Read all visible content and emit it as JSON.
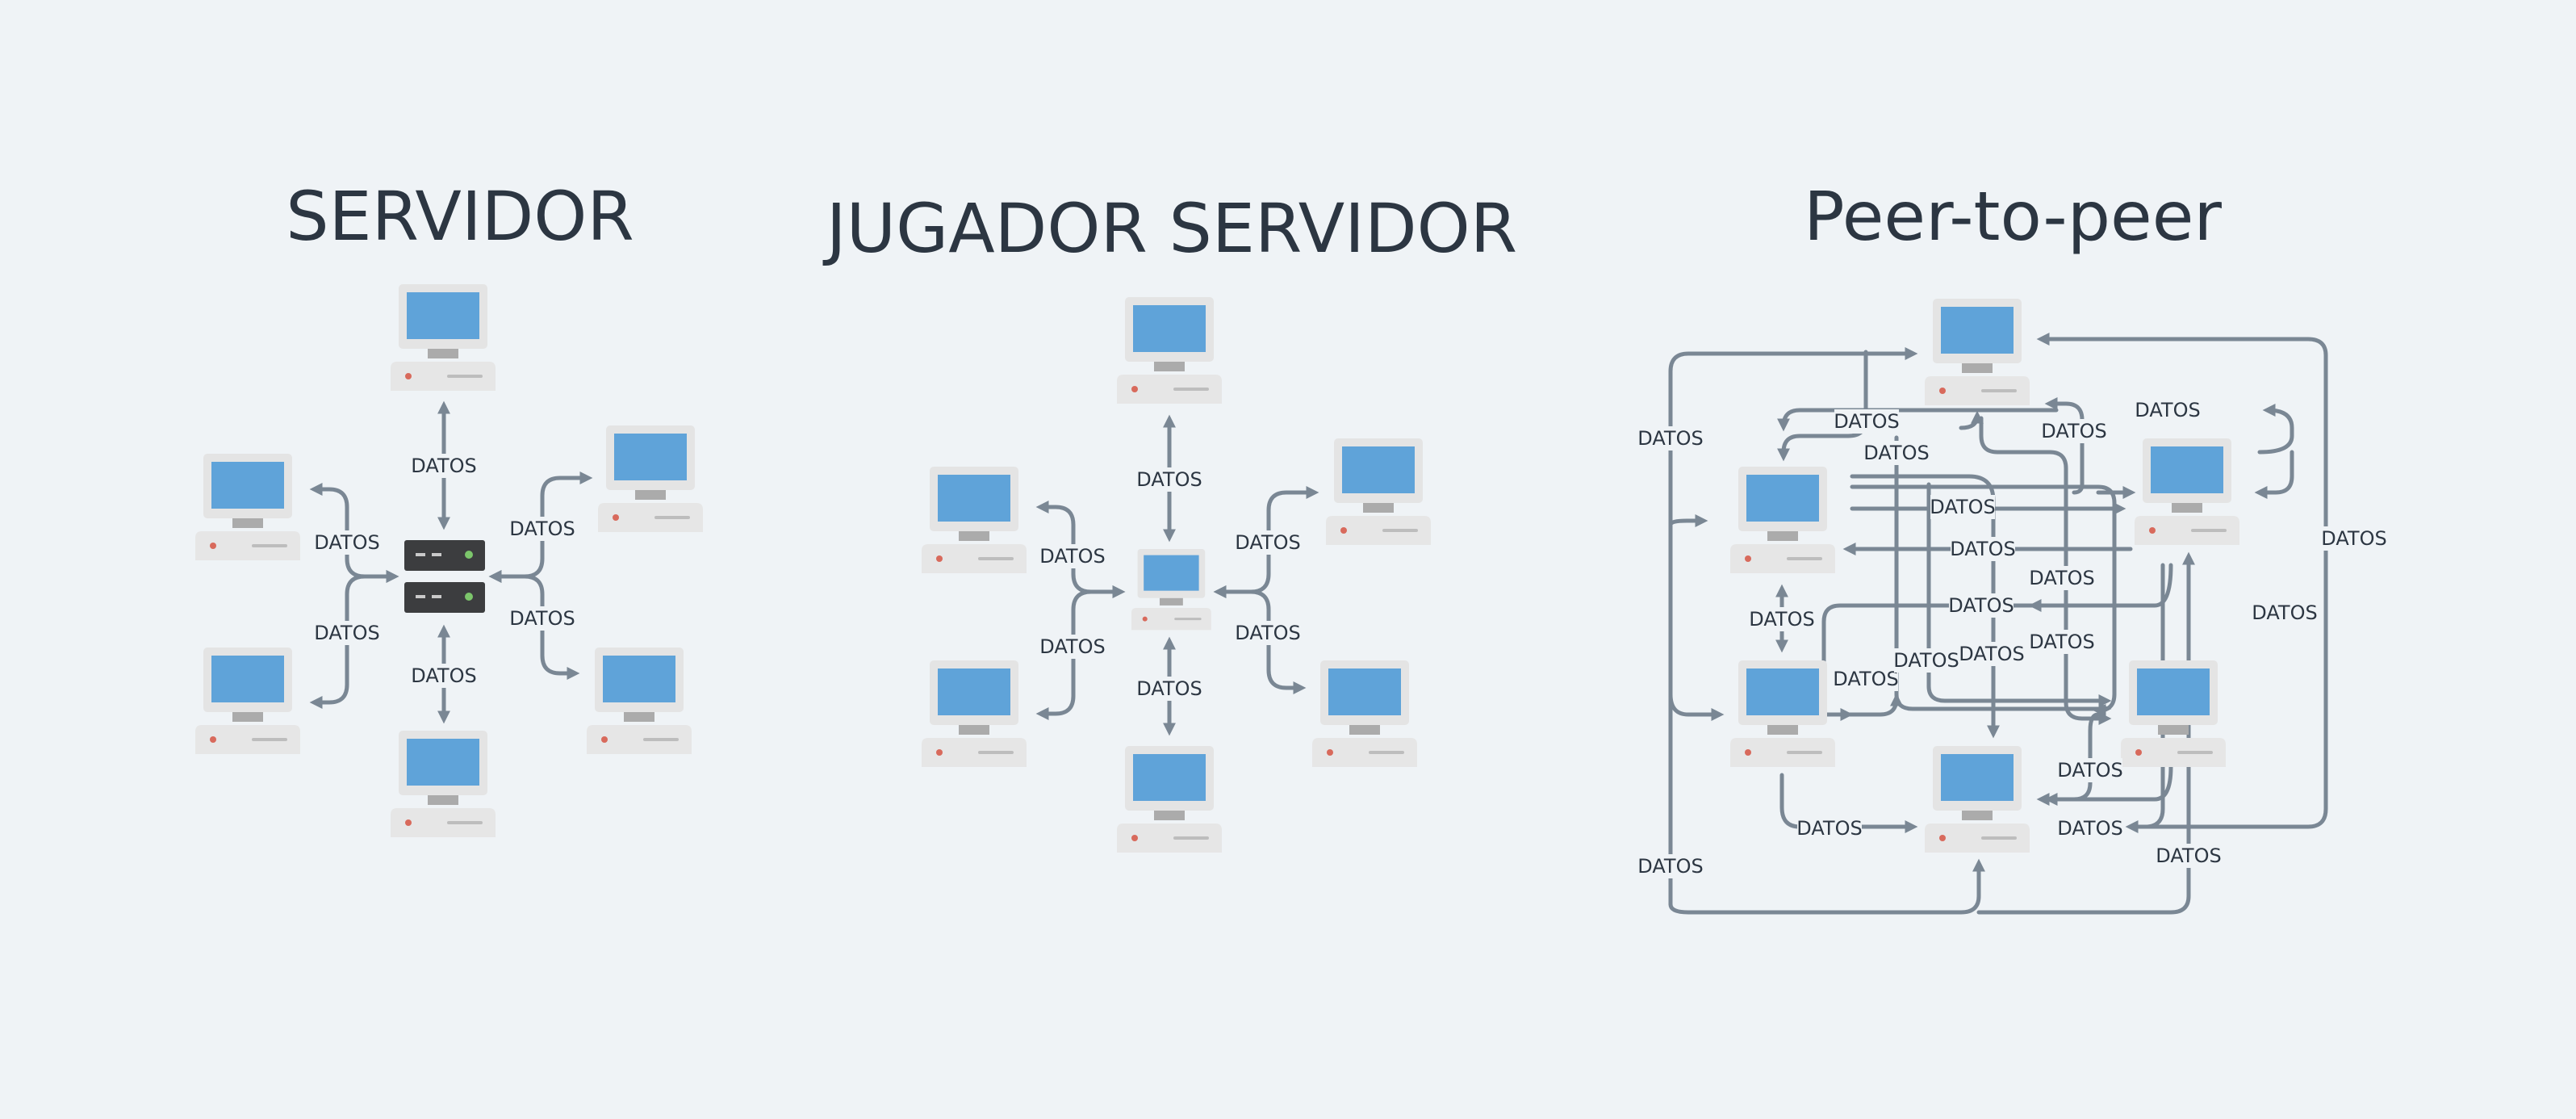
{
  "panels": [
    {
      "title": "SERVIDOR"
    },
    {
      "title": "JUGADOR SERVIDOR"
    },
    {
      "title": "Peer-to-peer"
    }
  ],
  "link_label": "DATOS",
  "icons": {
    "computer": "computer-icon",
    "server": "server-rack-icon"
  },
  "colors": {
    "background": "#eff3f6",
    "text": "#2c3642",
    "arrow": "#7a8794",
    "screen": "#5fa3d9",
    "monitor_frame": "#e4e4e4",
    "server": "#3c3d3f",
    "power_led": "#d86a5c",
    "server_led": "#7cc66b"
  }
}
